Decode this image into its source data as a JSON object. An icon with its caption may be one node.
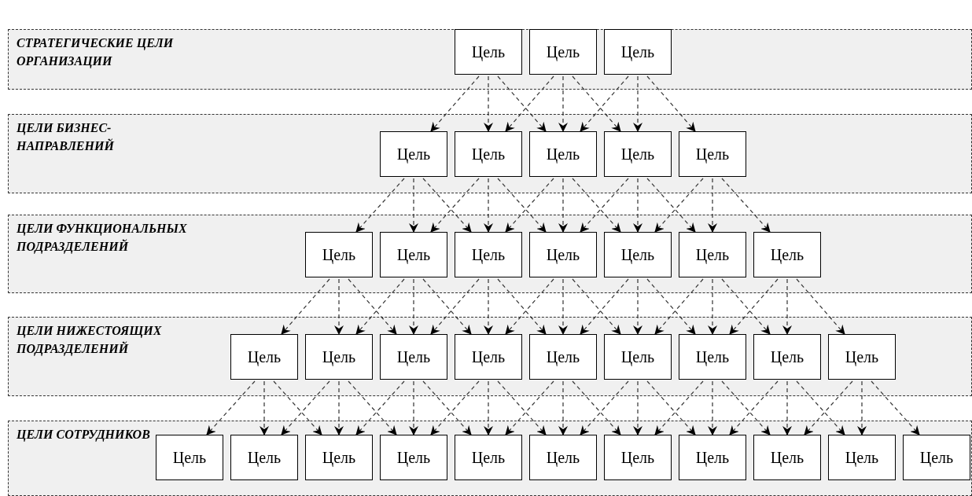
{
  "diagram": {
    "nodes": [
      {
        "text": [
          "СТРАТЕГИЧЕСКИЕ ЦЕЛИ ОРГАНИЗАЦИИ"
        ]
      },
      {
        "text": [
          "Цель"
        ],
        "in": 0
      },
      {
        "text": [
          "Цель"
        ],
        "in": 0
      },
      {
        "text": [
          "Цель"
        ],
        "in": 0
      },
      {
        "text": [
          "ЦЕЛИ БИЗНЕС-НАПРАВЛЕНИЙ"
        ]
      },
      {
        "text": [
          "Цель"
        ],
        "in": 4
      },
      {
        "text": [
          "Цель"
        ],
        "in": 4
      },
      {
        "text": [
          "Цель"
        ],
        "in": 4
      },
      {
        "text": [
          "Цель"
        ],
        "in": 4
      },
      {
        "text": [
          "Цель"
        ],
        "in": 4
      },
      {
        "text": [
          "ЦЕЛИ ФУНКЦИОНАЛЬНЫХ ПОДРАЗДЕЛЕНИЙ"
        ]
      },
      {
        "text": [
          "Цель"
        ],
        "in": 10
      },
      {
        "text": [
          "Цель"
        ],
        "in": 10
      },
      {
        "text": [
          "Цель"
        ],
        "in": 10
      },
      {
        "text": [
          "Цель"
        ],
        "in": 10
      },
      {
        "text": [
          "Цель"
        ],
        "in": 10
      },
      {
        "text": [
          "Цель"
        ],
        "in": 10
      },
      {
        "text": [
          "Цель"
        ],
        "in": 10
      },
      {
        "text": [
          "ЦЕЛИ НИЖЕСТОЯЩИХ ПОДРАЗДЕЛЕНИЙ"
        ]
      },
      {
        "text": [
          "Цель"
        ],
        "in": 18
      },
      {
        "text": [
          "Цель"
        ],
        "in": 18
      },
      {
        "text": [
          "Цель"
        ],
        "in": 18
      },
      {
        "text": [
          "Цель"
        ],
        "in": 18
      },
      {
        "text": [
          "Цель"
        ],
        "in": 18
      },
      {
        "text": [
          "Цель"
        ],
        "in": 18
      },
      {
        "text": [
          "Цель"
        ],
        "in": 18
      },
      {
        "text": [
          "Цель"
        ],
        "in": 18
      },
      {
        "text": [
          "Цель"
        ],
        "in": 18
      },
      {
        "text": [
          "ЦЕЛИ СОТРУДНИКОВ"
        ]
      },
      {
        "text": [
          "Цель"
        ],
        "in": 28
      },
      {
        "text": [
          "Цель"
        ],
        "in": 28
      },
      {
        "text": [
          "Цель"
        ],
        "in": 28
      },
      {
        "text": [
          "Цель"
        ],
        "in": 28
      },
      {
        "text": [
          "Цель"
        ],
        "in": 28
      },
      {
        "text": [
          "Цель"
        ],
        "in": 28
      },
      {
        "text": [
          "Цель"
        ],
        "in": 28
      },
      {
        "text": [
          "Цель"
        ],
        "in": 28
      },
      {
        "text": [
          "Цель"
        ],
        "in": 28
      },
      {
        "text": [
          "Цель"
        ],
        "in": 28
      },
      {
        "text": [
          "Цель"
        ],
        "in": 28
      }
    ],
    "edges": [
      {
        "from": 1,
        "to": 5,
        "arrow": "to",
        "style": "dashed"
      },
      {
        "from": 1,
        "to": 6,
        "arrow": "to",
        "style": "dashed"
      },
      {
        "from": 1,
        "to": 7,
        "arrow": "to",
        "style": "dashed"
      },
      {
        "from": 2,
        "to": 6,
        "arrow": "to",
        "style": "dashed"
      },
      {
        "from": 2,
        "to": 7,
        "arrow": "to",
        "style": "dashed"
      },
      {
        "from": 2,
        "to": 8,
        "arrow": "to",
        "style": "dashed"
      },
      {
        "from": 3,
        "to": 7,
        "arrow": "to",
        "style": "dashed"
      },
      {
        "from": 3,
        "to": 8,
        "arrow": "to",
        "style": "dashed"
      },
      {
        "from": 3,
        "to": 9,
        "arrow": "to",
        "style": "dashed"
      },
      {
        "from": 5,
        "to": 11,
        "arrow": "to",
        "style": "dashed"
      },
      {
        "from": 5,
        "to": 12,
        "arrow": "to",
        "style": "dashed"
      },
      {
        "from": 5,
        "to": 13,
        "arrow": "to",
        "style": "dashed"
      },
      {
        "from": 6,
        "to": 12,
        "arrow": "to",
        "style": "dashed"
      },
      {
        "from": 6,
        "to": 13,
        "arrow": "to",
        "style": "dashed"
      },
      {
        "from": 6,
        "to": 14,
        "arrow": "to",
        "style": "dashed"
      },
      {
        "from": 7,
        "to": 13,
        "arrow": "to",
        "style": "dashed"
      },
      {
        "from": 7,
        "to": 14,
        "arrow": "to",
        "style": "dashed"
      },
      {
        "from": 7,
        "to": 15,
        "arrow": "to",
        "style": "dashed"
      },
      {
        "from": 8,
        "to": 14,
        "arrow": "to",
        "style": "dashed"
      },
      {
        "from": 8,
        "to": 15,
        "arrow": "to",
        "style": "dashed"
      },
      {
        "from": 8,
        "to": 16,
        "arrow": "to",
        "style": "dashed"
      },
      {
        "from": 9,
        "to": 15,
        "arrow": "to",
        "style": "dashed"
      },
      {
        "from": 9,
        "to": 16,
        "arrow": "to",
        "style": "dashed"
      },
      {
        "from": 9,
        "to": 17,
        "arrow": "to",
        "style": "dashed"
      },
      {
        "from": 11,
        "to": 19,
        "arrow": "to",
        "style": "dashed"
      },
      {
        "from": 11,
        "to": 20,
        "arrow": "to",
        "style": "dashed"
      },
      {
        "from": 11,
        "to": 21,
        "arrow": "to",
        "style": "dashed"
      },
      {
        "from": 12,
        "to": 20,
        "arrow": "to",
        "style": "dashed"
      },
      {
        "from": 12,
        "to": 21,
        "arrow": "to",
        "style": "dashed"
      },
      {
        "from": 12,
        "to": 22,
        "arrow": "to",
        "style": "dashed"
      },
      {
        "from": 13,
        "to": 21,
        "arrow": "to",
        "style": "dashed"
      },
      {
        "from": 13,
        "to": 22,
        "arrow": "to",
        "style": "dashed"
      },
      {
        "from": 13,
        "to": 23,
        "arrow": "to",
        "style": "dashed"
      },
      {
        "from": 14,
        "to": 22,
        "arrow": "to",
        "style": "dashed"
      },
      {
        "from": 14,
        "to": 23,
        "arrow": "to",
        "style": "dashed"
      },
      {
        "from": 14,
        "to": 24,
        "arrow": "to",
        "style": "dashed"
      },
      {
        "from": 15,
        "to": 23,
        "arrow": "to",
        "style": "dashed"
      },
      {
        "from": 15,
        "to": 24,
        "arrow": "to",
        "style": "dashed"
      },
      {
        "from": 15,
        "to": 25,
        "arrow": "to",
        "style": "dashed"
      },
      {
        "from": 16,
        "to": 24,
        "arrow": "to",
        "style": "dashed"
      },
      {
        "from": 16,
        "to": 25,
        "arrow": "to",
        "style": "dashed"
      },
      {
        "from": 16,
        "to": 26,
        "arrow": "to",
        "style": "dashed"
      },
      {
        "from": 17,
        "to": 25,
        "arrow": "to",
        "style": "dashed"
      },
      {
        "from": 17,
        "to": 26,
        "arrow": "to",
        "style": "dashed"
      },
      {
        "from": 17,
        "to": 27,
        "arrow": "to",
        "style": "dashed"
      },
      {
        "from": 19,
        "to": 29,
        "arrow": "to",
        "style": "dashed"
      },
      {
        "from": 19,
        "to": 30,
        "arrow": "to",
        "style": "dashed"
      },
      {
        "from": 19,
        "to": 31,
        "arrow": "to",
        "style": "dashed"
      },
      {
        "from": 20,
        "to": 30,
        "arrow": "to",
        "style": "dashed"
      },
      {
        "from": 20,
        "to": 31,
        "arrow": "to",
        "style": "dashed"
      },
      {
        "from": 20,
        "to": 32,
        "arrow": "to",
        "style": "dashed"
      },
      {
        "from": 21,
        "to": 31,
        "arrow": "to",
        "style": "dashed"
      },
      {
        "from": 21,
        "to": 32,
        "arrow": "to",
        "style": "dashed"
      },
      {
        "from": 21,
        "to": 33,
        "arrow": "to",
        "style": "dashed"
      },
      {
        "from": 22,
        "to": 32,
        "arrow": "to",
        "style": "dashed"
      },
      {
        "from": 22,
        "to": 33,
        "arrow": "to",
        "style": "dashed"
      },
      {
        "from": 22,
        "to": 34,
        "arrow": "to",
        "style": "dashed"
      },
      {
        "from": 23,
        "to": 33,
        "arrow": "to",
        "style": "dashed"
      },
      {
        "from": 23,
        "to": 34,
        "arrow": "to",
        "style": "dashed"
      },
      {
        "from": 23,
        "to": 35,
        "arrow": "to",
        "style": "dashed"
      },
      {
        "from": 24,
        "to": 34,
        "arrow": "to",
        "style": "dashed"
      },
      {
        "from": 24,
        "to": 35,
        "arrow": "to",
        "style": "dashed"
      },
      {
        "from": 24,
        "to": 36,
        "arrow": "to",
        "style": "dashed"
      },
      {
        "from": 25,
        "to": 35,
        "arrow": "to",
        "style": "dashed"
      },
      {
        "from": 25,
        "to": 36,
        "arrow": "to",
        "style": "dashed"
      },
      {
        "from": 25,
        "to": 37,
        "arrow": "to",
        "style": "dashed"
      },
      {
        "from": 26,
        "to": 36,
        "arrow": "to",
        "style": "dashed"
      },
      {
        "from": 26,
        "to": 37,
        "arrow": "to",
        "style": "dashed"
      },
      {
        "from": 26,
        "to": 38,
        "arrow": "to",
        "style": "dashed"
      },
      {
        "from": 27,
        "to": 37,
        "arrow": "to",
        "style": "dashed"
      },
      {
        "from": 27,
        "to": 38,
        "arrow": "to",
        "style": "dashed"
      },
      {
        "from": 27,
        "to": 39,
        "arrow": "to",
        "style": "dashed"
      }
    ]
  }
}
